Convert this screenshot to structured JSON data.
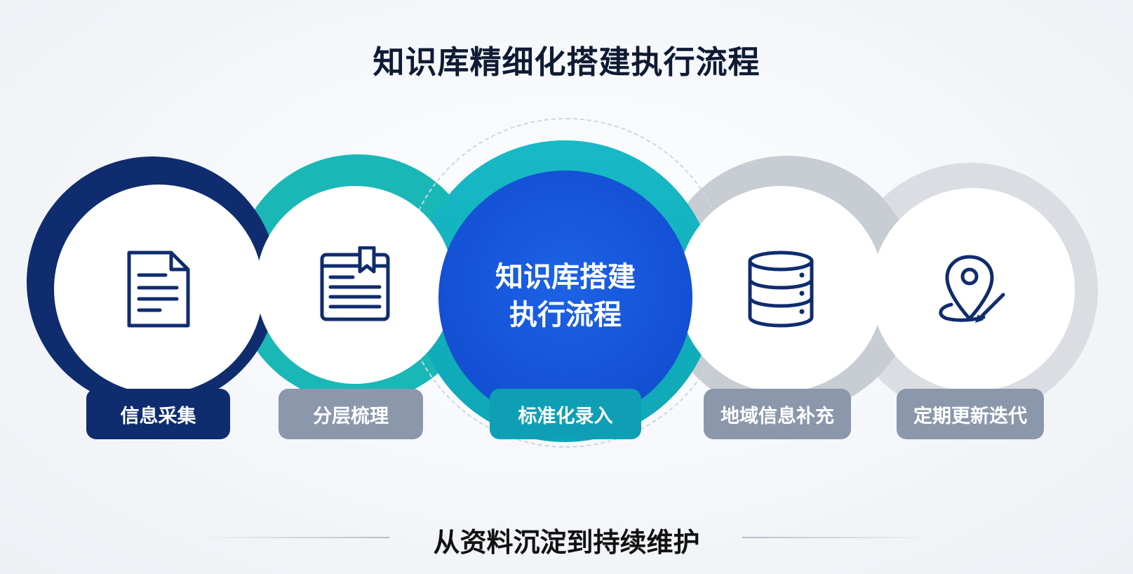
{
  "title": "知识库精细化搭建执行流程",
  "center": {
    "line1": "知识库搭建",
    "line2": "执行流程"
  },
  "steps": [
    {
      "label": "信息采集",
      "icon": "document-icon",
      "color": "#0f2c6e"
    },
    {
      "label": "分层梳理",
      "icon": "bookmark-document-icon",
      "color": "#1ab7b7"
    },
    {
      "label": "标准化录入",
      "icon": "none",
      "color": "#12aebf"
    },
    {
      "label": "地域信息补充",
      "icon": "database-icon",
      "color": "#c8cdd3"
    },
    {
      "label": "定期更新迭代",
      "icon": "location-pin-icon",
      "color": "#dadde2"
    }
  ],
  "subtitle": "从资料沉淀到持续维护",
  "colors": {
    "title": "#0f1b33",
    "navy": "#0f2c6e",
    "teal": "#1ab7b7",
    "blue": "#1555d6",
    "grayPill": "#8b97aa",
    "centerPill": "#0f9fb4"
  }
}
